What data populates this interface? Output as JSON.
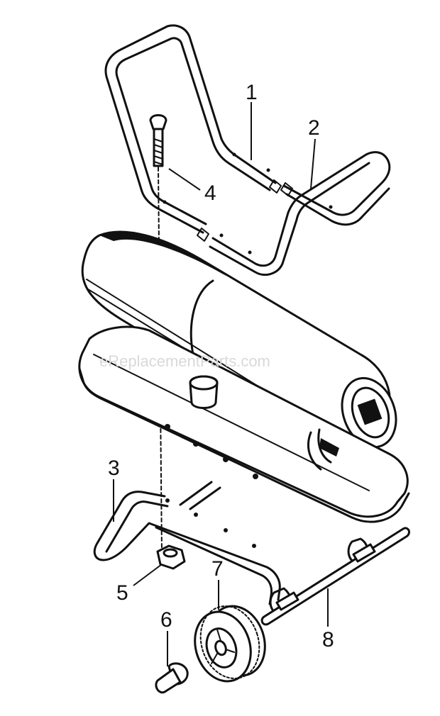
{
  "watermark": "eReplacementParts.com",
  "callouts": [
    {
      "id": "1",
      "label": "1"
    },
    {
      "id": "2",
      "label": "2"
    },
    {
      "id": "3",
      "label": "3"
    },
    {
      "id": "4",
      "label": "4"
    },
    {
      "id": "5",
      "label": "5"
    },
    {
      "id": "6",
      "label": "6"
    },
    {
      "id": "7",
      "label": "7"
    },
    {
      "id": "8",
      "label": "8"
    }
  ],
  "colors": {
    "ink": "#111111",
    "paper": "#ffffff",
    "watermark": "#d9d9d9"
  }
}
